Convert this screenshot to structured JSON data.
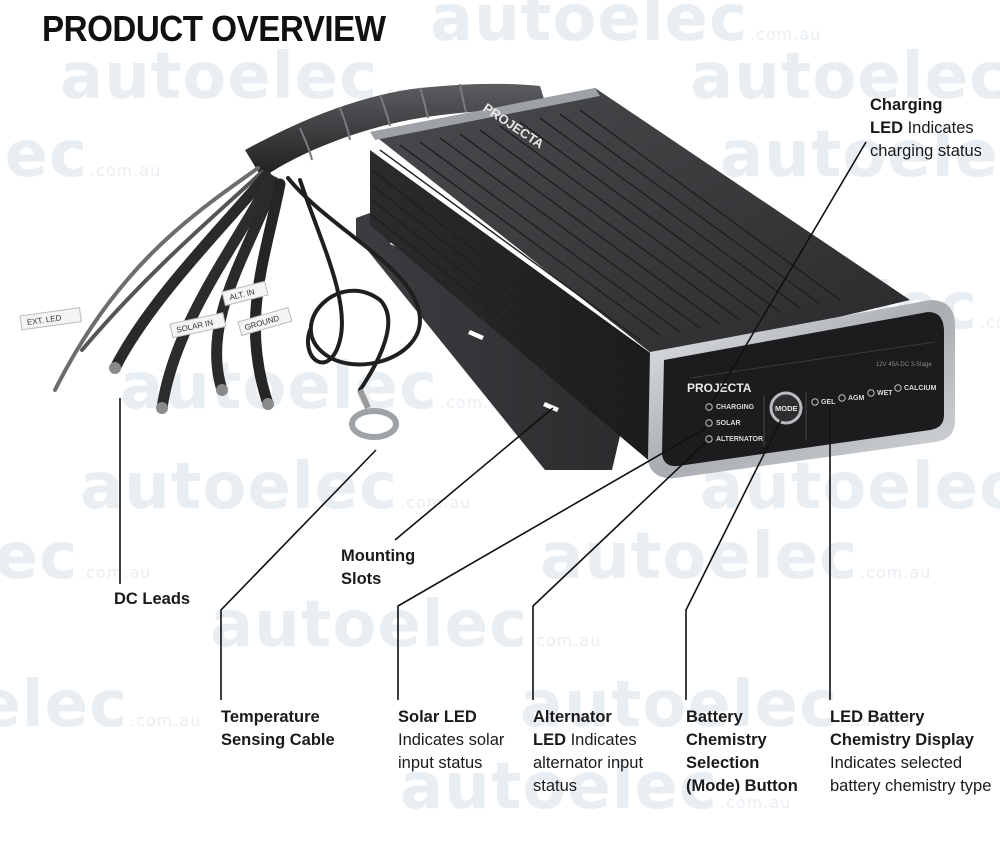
{
  "page": {
    "title": "PRODUCT OVERVIEW"
  },
  "watermark": {
    "word": "autoelec",
    "suffix": ".com.au"
  },
  "device": {
    "brand": "PROJECTA",
    "spec": "12V 45A DC 3-Stage",
    "mode_button": "MODE",
    "status_leds": [
      "CHARGING",
      "SOLAR",
      "ALTERNATOR"
    ],
    "chemistry_leds": [
      "GEL",
      "AGM",
      "WET",
      "CALCIUM"
    ]
  },
  "wire_tags": [
    "EXT. LED",
    "SOLAR IN",
    "ALT. IN",
    "GROUND"
  ],
  "callouts": {
    "charging_led": {
      "title": "Charging",
      "title2": "LED",
      "desc": " Indicates charging status"
    },
    "dc_leads": {
      "title": "DC Leads"
    },
    "mounting_slots": {
      "title": "Mounting Slots"
    },
    "temp_cable": {
      "title": "Temperature Sensing Cable"
    },
    "solar_led": {
      "title": "Solar LED",
      "desc": "Indicates solar input status"
    },
    "alternator_led": {
      "title": "Alternator",
      "title2": "LED",
      "desc": " Indicates alternator input status"
    },
    "mode_button": {
      "title": "Battery Chemistry Selection (Mode) Button"
    },
    "chem_display": {
      "title": "LED Battery Chemistry Display",
      "desc": "Indicates selected battery chemistry type"
    }
  },
  "colors": {
    "body": "#2c2c2e",
    "rim": "#c9ccd0",
    "text": "#1a1a1a"
  }
}
